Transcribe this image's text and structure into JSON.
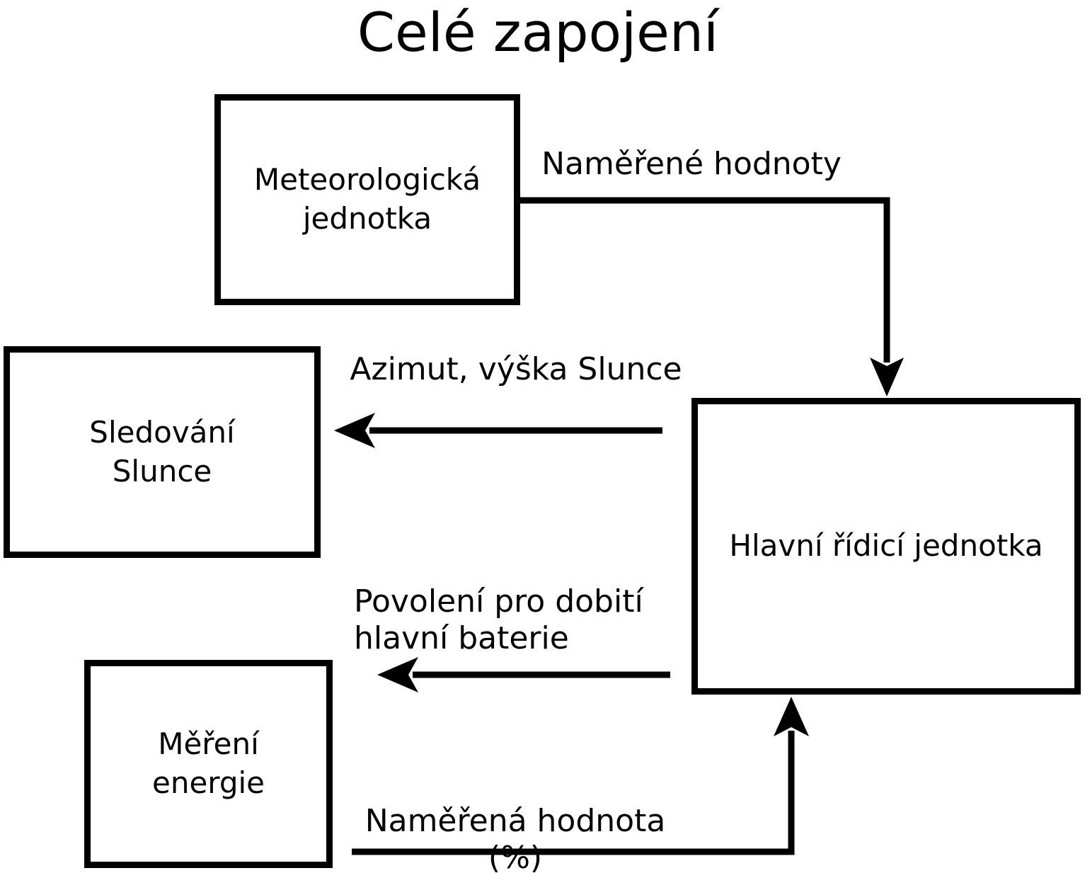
{
  "title": "Celé zapojení",
  "colors": {
    "ink": "#000000",
    "background": "#ffffff"
  },
  "nodes": {
    "meteo": {
      "label": "Meteorologická\njednotka"
    },
    "sledovani": {
      "label": "Sledování\nSlunce"
    },
    "mereni": {
      "label": "Měření\nenergie"
    },
    "hlavni": {
      "label": "Hlavní řídicí jednotka"
    }
  },
  "edges": {
    "measured_values": {
      "label": "Naměřené hodnoty",
      "from": "Meteorologická jednotka",
      "to": "Hlavní řídicí jednotka"
    },
    "sun_position": {
      "label": "Azimut, výška Slunce",
      "from": "Hlavní řídicí jednotka",
      "to": "Sledování Slunce"
    },
    "charge_permission": {
      "label": "Povolení pro dobití\nhlavní baterie",
      "from": "Hlavní řídicí jednotka",
      "to": "Měření energie"
    },
    "measured_percentage": {
      "label": "Naměřená hodnota (%)",
      "from": "Měření energie",
      "to": "Hlavní řídicí jednotka"
    }
  }
}
